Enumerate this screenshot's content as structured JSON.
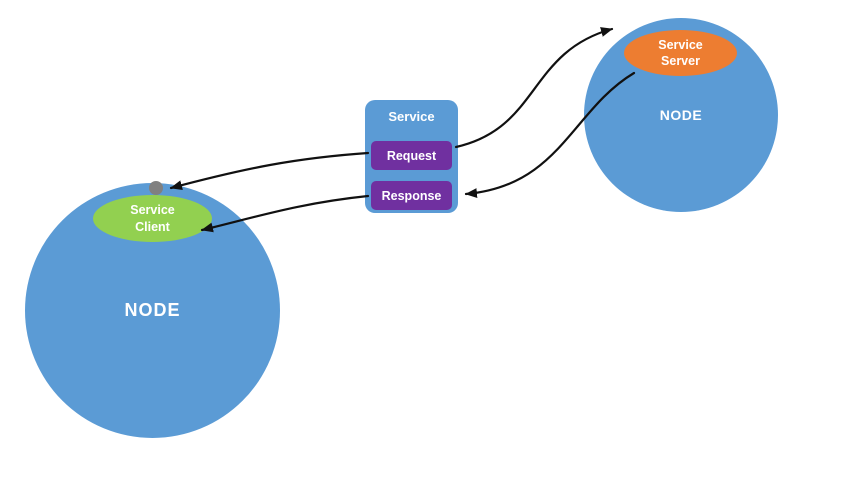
{
  "diagram": {
    "left_node": {
      "label": "NODE"
    },
    "right_node": {
      "label": "NODE"
    },
    "service_client": {
      "line1": "Service",
      "line2": "Client"
    },
    "service_server": {
      "line1": "Service",
      "line2": "Server"
    },
    "service_box": {
      "title": "Service",
      "request_label": "Request",
      "response_label": "Response"
    }
  },
  "colors": {
    "background": "#ffffff",
    "node_fill": "#5b9bd5",
    "client_fill": "#92d050",
    "server_fill": "#ed7d31",
    "service_fill": "#5b9bd5",
    "message_fill": "#7030a0",
    "arrow": "#111111",
    "dot": "#808080",
    "text": "#ffffff"
  }
}
